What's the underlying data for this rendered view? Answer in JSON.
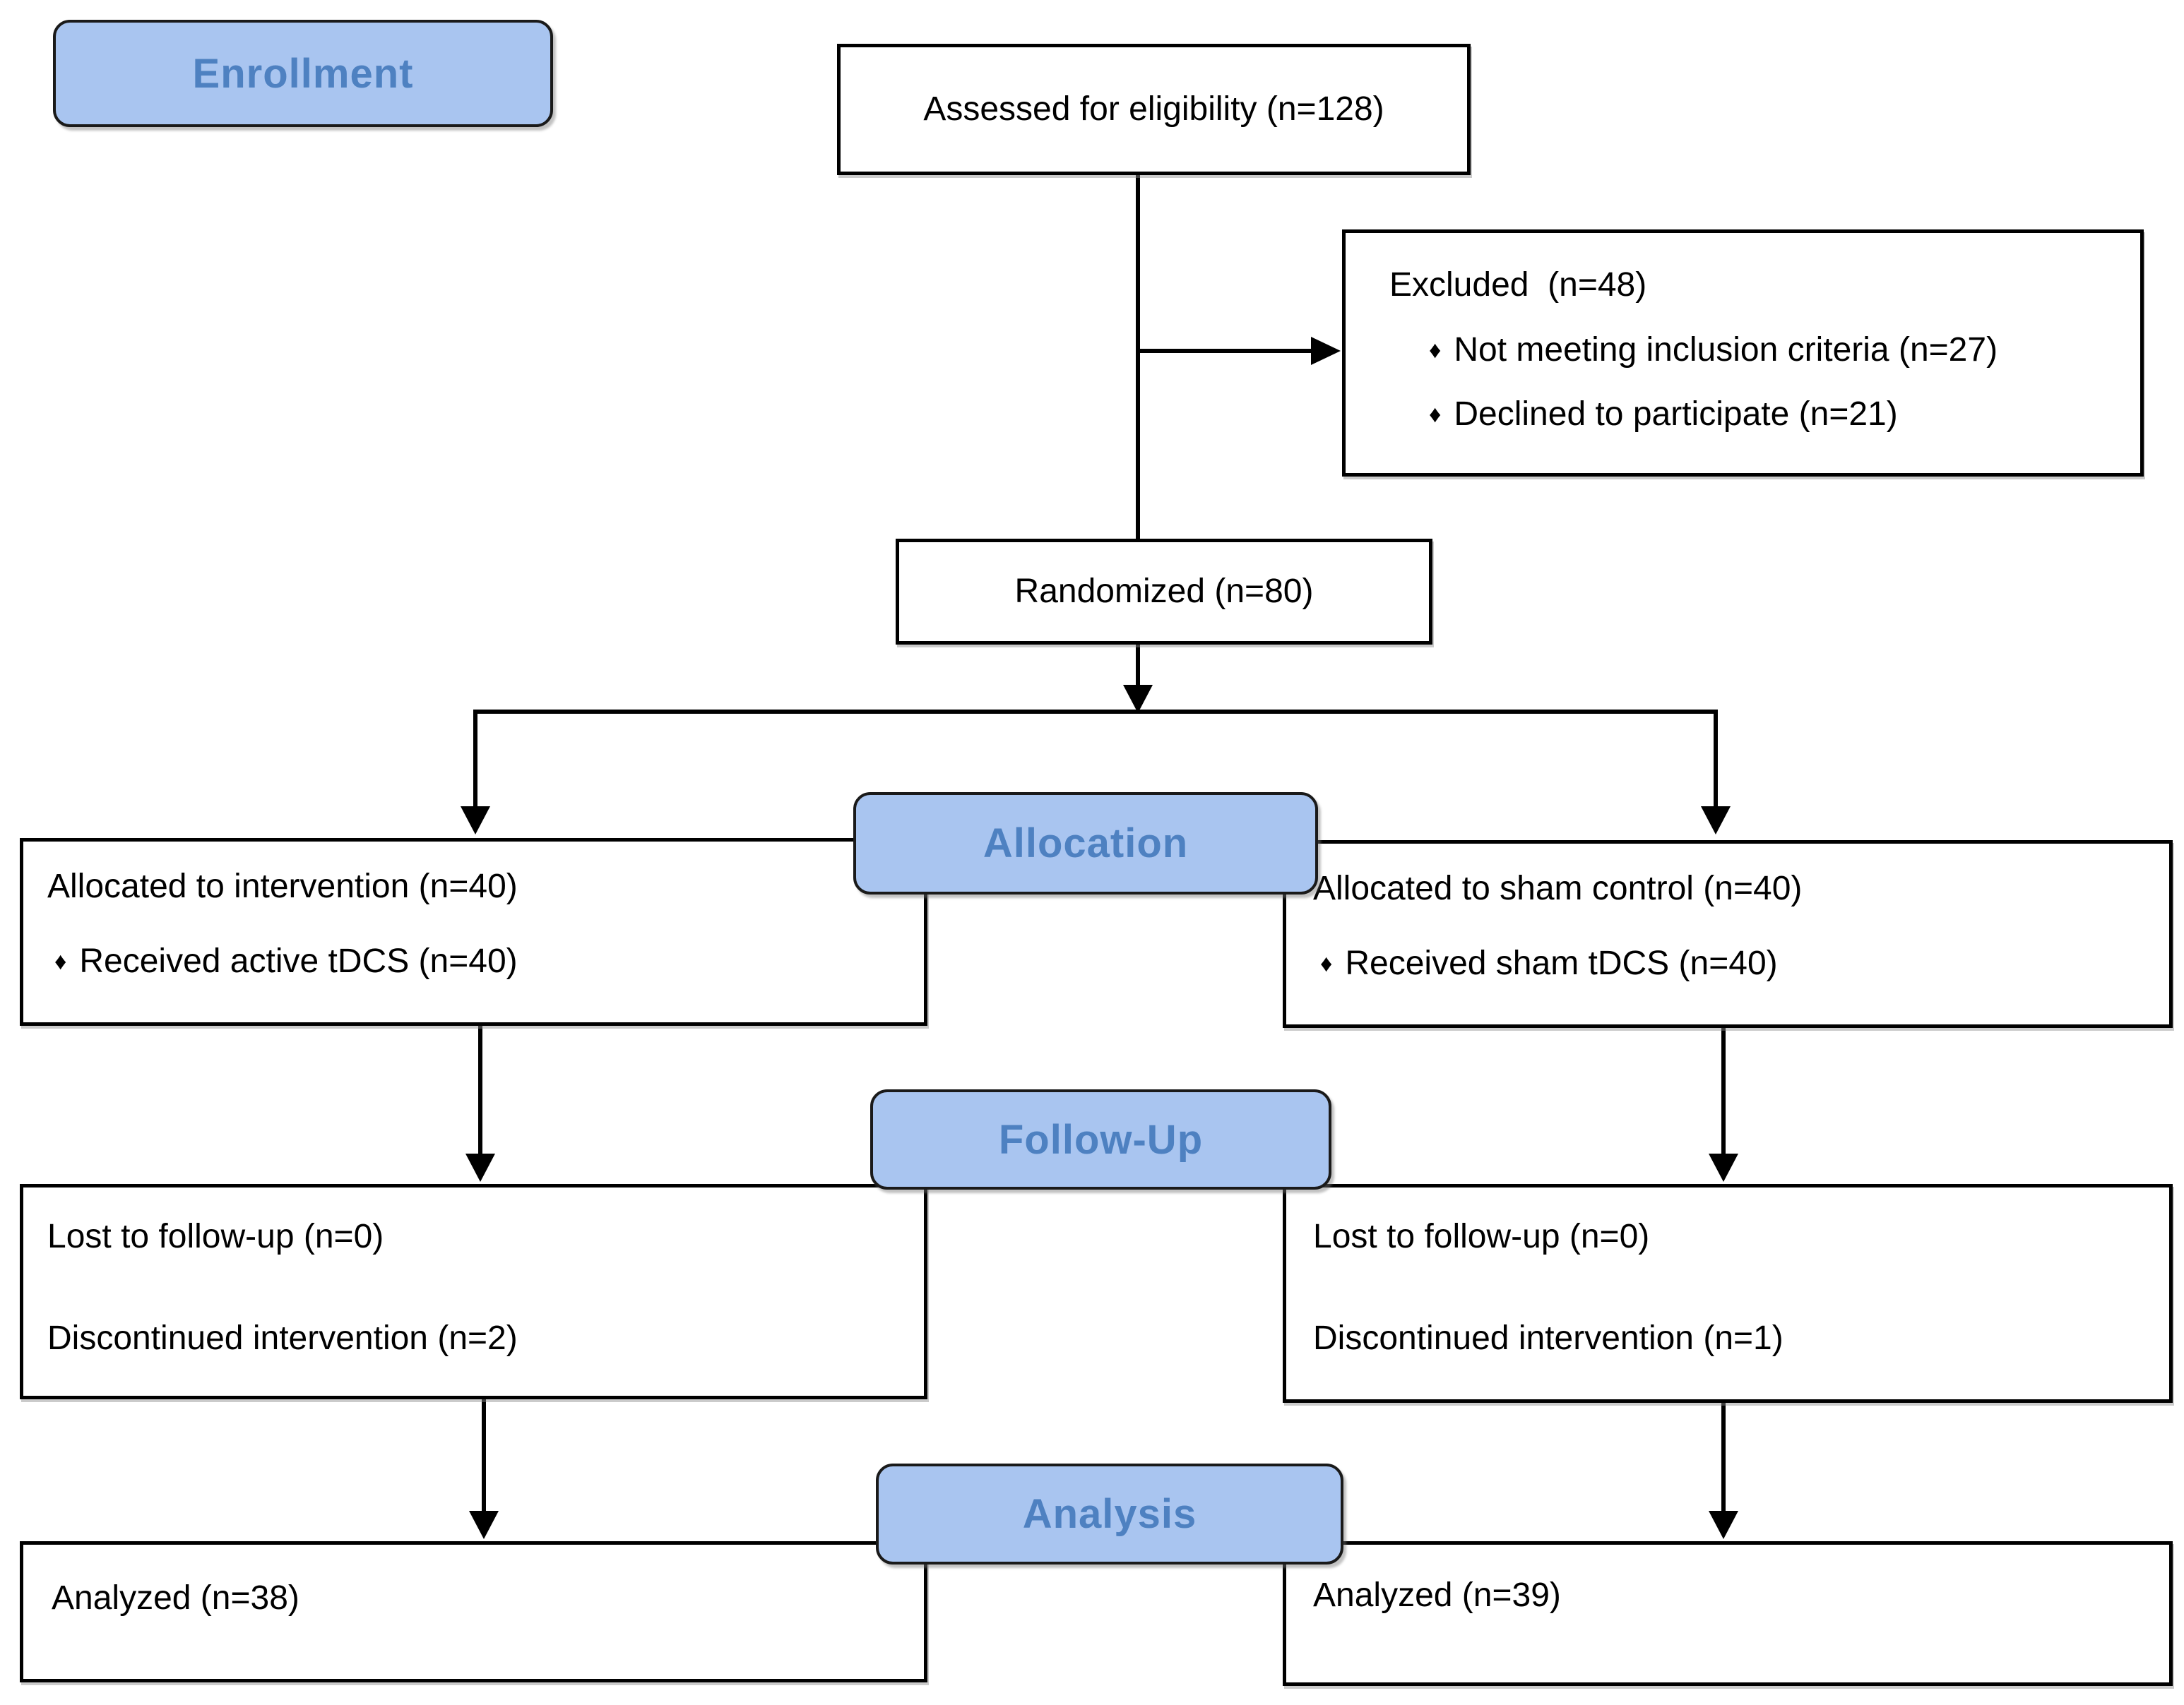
{
  "diagram": {
    "title": "CONSORT participant flow diagram",
    "bullet_glyph": "♦",
    "colors": {
      "banner_fill": "#a9c5f0",
      "banner_text": "#4e81c1",
      "box_border": "#000000",
      "body_text": "#000000"
    },
    "stages": {
      "enrollment": {
        "label": "Enrollment"
      },
      "allocation": {
        "label": "Allocation"
      },
      "followup": {
        "label": "Follow-Up"
      },
      "analysis": {
        "label": "Analysis"
      }
    },
    "boxes": {
      "assessed": {
        "text": "Assessed for eligibility (n=128)"
      },
      "excluded": {
        "title": "Excluded  (n=48)",
        "bullets": [
          "Not meeting inclusion criteria (n=27)",
          "Declined to participate (n=21)"
        ]
      },
      "randomized": {
        "text": "Randomized (n=80)"
      },
      "alloc_left": {
        "title": "Allocated to intervention (n=40)",
        "bullets": [
          "Received active tDCS (n=40)"
        ]
      },
      "alloc_right": {
        "title": "Allocated to sham control (n=40)",
        "bullets": [
          "Received sham tDCS (n=40)"
        ]
      },
      "fu_left": {
        "lines": [
          "Lost to follow-up (n=0)",
          "Discontinued intervention (n=2)"
        ]
      },
      "fu_right": {
        "lines": [
          "Lost to follow-up (n=0)",
          "Discontinued intervention (n=1)"
        ]
      },
      "an_left": {
        "text": "Analyzed (n=38)"
      },
      "an_right": {
        "text": "Analyzed (n=39)"
      }
    }
  }
}
